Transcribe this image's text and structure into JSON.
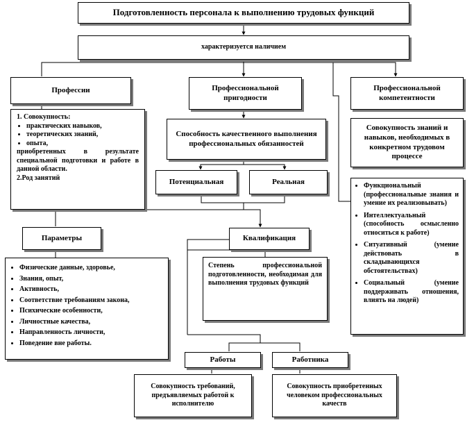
{
  "title": "Подготовленность персонала к выполнению трудовых функций",
  "characterized": "характеризуется наличием",
  "professions": {
    "heading": "Профессии",
    "item1_title": "1.  Совокупность:",
    "bullets": [
      "практических навыков,",
      "теоретических знаний,",
      "опыта,"
    ],
    "acquired": "приобретенных в результате специальной подготовки и работе в данной области.",
    "item2": "2.Род занятий"
  },
  "suitability": {
    "heading": "Профессиональной пригодности",
    "ability": "Способность качественного выполнения профессиональных обязанностей",
    "potential": "Потенциальная",
    "real": "Реальная"
  },
  "competence": {
    "heading": "Профессиональной компетентности",
    "definition": "Совокупность знаний и навыков, необходимых в конкретном трудовом процессе",
    "types": [
      "Функциональный (профессиональные знания и умение их реализовывать)",
      "Интеллектуальный (способность осмысленно относиться к работе)",
      "Ситуативный (умение действовать в складывающихся обстоятельствах)",
      "Социальный (умение поддерживать отношения, влиять на людей)"
    ]
  },
  "parameters": {
    "heading": "Параметры",
    "items": [
      "Физические данные, здоровье,",
      "Знания, опыт,",
      "Активность,",
      "Соответствие требованиям закона,",
      "Психические особенности,",
      "Личностные качества,",
      "Направленность личности,",
      "Поведение вне работы."
    ]
  },
  "qualification": {
    "heading": "Квалификация",
    "definition": "Степень профессиональной подготовленности, необходимая для выполнения трудовых функций",
    "work": "Работы",
    "worker": "Работника",
    "work_def": "Совокупность требований, предъявляемых работой к исполнителю",
    "worker_def": "Совокупность приобретенных человеком профессиональных качеств"
  }
}
